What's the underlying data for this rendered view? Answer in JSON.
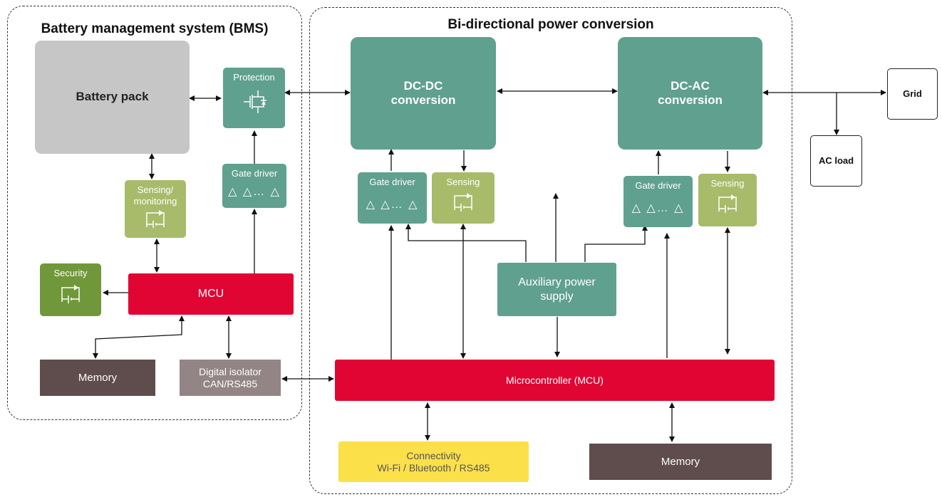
{
  "groups": {
    "bms": "Battery management system (BMS)",
    "power": "Bi-directional power conversion"
  },
  "bms": {
    "battery_pack": "Battery pack",
    "protection": "Protection",
    "gate_driver": "Gate driver",
    "gate_driver_triangles": "△ △… △",
    "sensing_monitoring": "Sensing/\nmonitoring",
    "security": "Security",
    "mcu": "MCU",
    "memory": "Memory",
    "digital_isolator": "Digital isolator\nCAN/RS485"
  },
  "power": {
    "dcdc": "DC-DC\nconversion",
    "dcac": "DC-AC\nconversion",
    "gate_driver_1": "Gate driver",
    "gate_driver_1_triangles": "△ △… △",
    "sensing_1": "Sensing",
    "gate_driver_2": "Gate driver",
    "gate_driver_2_triangles": "△ △… △",
    "sensing_2": "Sensing",
    "aux_power": "Auxiliary power\nsupply",
    "microcontroller": "Microcontroller (MCU)",
    "connectivity": "Connectivity\nWi-Fi / Bluetooth / RS485",
    "memory": "Memory"
  },
  "external": {
    "grid": "Grid",
    "ac_load": "AC load"
  },
  "colors": {
    "teal": "#5fa08e",
    "light_green": "#a8bb6a",
    "green": "#70983a",
    "red": "#e00532",
    "brown": "#5f4c4c",
    "mauve": "#938585",
    "grey": "#c6c6c6",
    "yellow": "#fbe04a"
  }
}
